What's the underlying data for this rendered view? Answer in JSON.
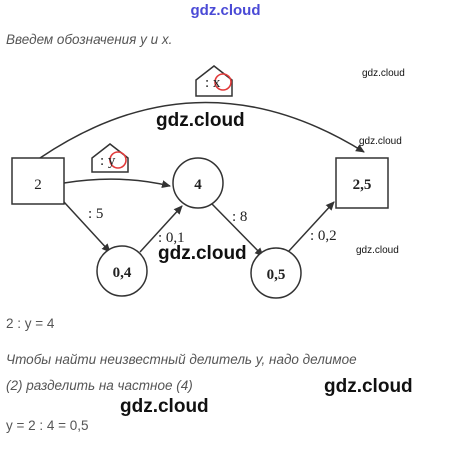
{
  "watermarks": {
    "top": "gdz.cloud",
    "main_1": "gdz.cloud",
    "main_2": "gdz.cloud",
    "main_3": "gdz.cloud",
    "main_4": "gdz.cloud",
    "small_1": "gdz.cloud",
    "small_2": "gdz.cloud",
    "small_3": "gdz.cloud"
  },
  "intro": "Введем обозначения y и x.",
  "diagram": {
    "top_house_label": ": x",
    "mid_house_label": ": y",
    "node_start": "2",
    "node_middle": "4",
    "node_end": "2,5",
    "node_lower_left": "0,4",
    "node_lower_right": "0,5",
    "edge_div_5": ": 5",
    "edge_div_8": ": 8",
    "edge_div_01": ": 0,1",
    "edge_div_02": ": 0,2"
  },
  "equation_1": "2 : y = 4",
  "rule_line_1": "Чтобы найти неизвестный делитель y, надо делимое",
  "rule_line_2": "(2) разделить на частное (4)",
  "answer": "y = 2 : 4 = 0,5"
}
